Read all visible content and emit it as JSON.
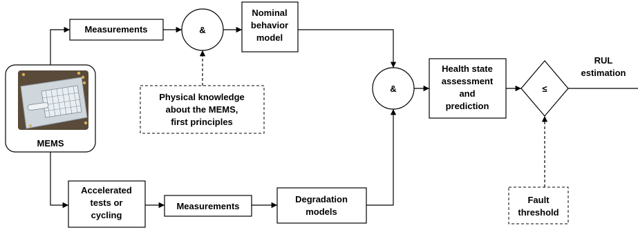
{
  "blocks": {
    "mems": "MEMS",
    "measurements_top": "Measurements",
    "and_top": "&",
    "nominal_model": [
      "Nominal",
      "behavior",
      "model"
    ],
    "physical_knowledge": [
      "Physical knowledge",
      "about the MEMS,",
      "first principles"
    ],
    "and_middle": "&",
    "health_state": [
      "Health state",
      "assessment",
      "and",
      "prediction"
    ],
    "comparator": "≤",
    "rul_estimation": [
      "RUL",
      "estimation"
    ],
    "accelerated_tests": [
      "Accelerated",
      "tests or",
      "cycling"
    ],
    "measurements_bottom": "Measurements",
    "degradation_models": [
      "Degradation",
      "models"
    ],
    "fault_threshold": [
      "Fault",
      "threshold"
    ]
  },
  "colors": {
    "stroke": "#000000",
    "chip_body": "#cfd6dc",
    "chip_grid": "#7d8a96",
    "board": "#5a4a3a",
    "pad": "#d8b25a"
  }
}
